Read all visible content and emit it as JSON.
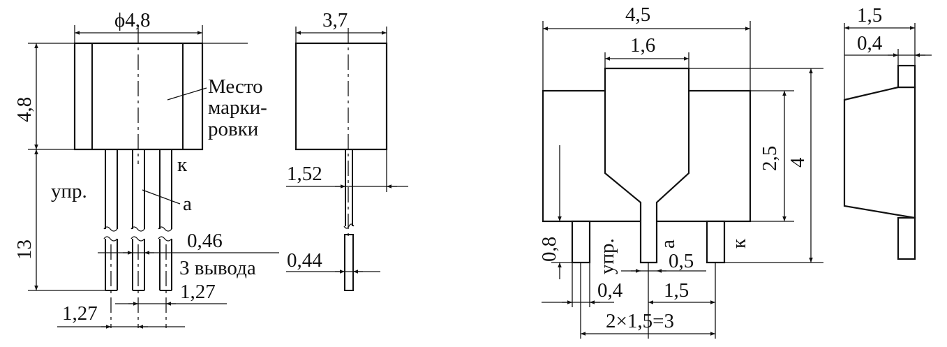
{
  "left_drawing": {
    "dim_diameter": "ϕ4,8",
    "dim_height": "4,8",
    "dim_lead_length": "13",
    "dim_pitch_left": "1,27",
    "dim_pitch_right": "1,27",
    "dim_lead_width": "0,46",
    "leads_count_label": "3 вывода",
    "label_marking_line1": "Место",
    "label_marking_line2": "марки-",
    "label_marking_line3": "ровки",
    "label_gate": "упр.",
    "label_anode": "а",
    "label_cathode": "к"
  },
  "side_drawing": {
    "dim_width": "3,7",
    "dim_offset": "1,52",
    "dim_thickness": "0,44"
  },
  "right_drawing": {
    "dim_total_width": "4,5",
    "dim_tab_width": "1,6",
    "dim_body_height": "2,5",
    "dim_total_height": "4",
    "dim_lead_height": "0,8",
    "dim_lead_width": "0,4",
    "dim_lead_small": "0,5",
    "dim_pitch": "1,5",
    "dim_pitch_total": "2×1,5=3",
    "label_gate": "упр.",
    "label_anode": "а",
    "label_cathode": "к"
  },
  "profile_drawing": {
    "dim_width": "1,5",
    "dim_tab": "0,4"
  }
}
